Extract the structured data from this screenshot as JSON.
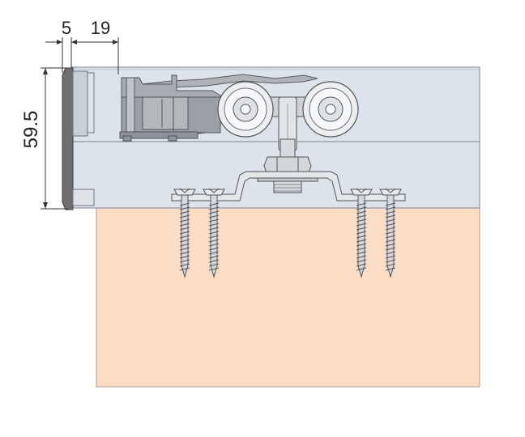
{
  "dimensions": {
    "end_cap_thickness": "5",
    "profile_offset": "19",
    "profile_height": "59.5"
  },
  "colors": {
    "track_fill": "#dde3ea",
    "track_edge": "#7b8590",
    "wood_fill": "#fbdcc5",
    "wood_edge": "#b7a190",
    "end_cap": "#6f6f6f",
    "metal_dark": "#8e9399",
    "metal_light": "#dcdfe3",
    "dimension_line": "#333333"
  }
}
